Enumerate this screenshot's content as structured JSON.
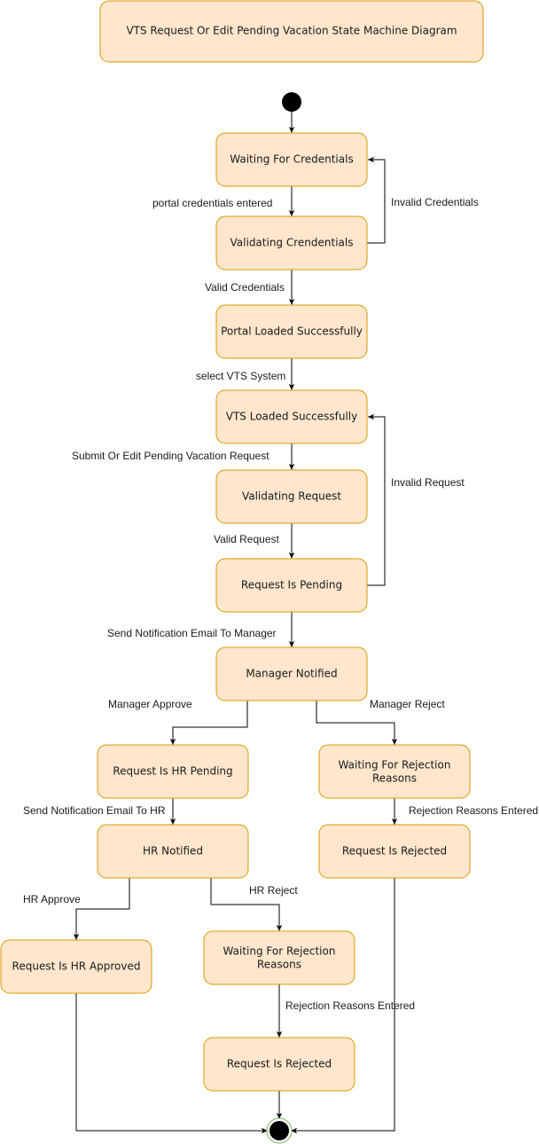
{
  "title": "VTS Request Or Edit Pending Vacation State Machine Diagram",
  "states": {
    "waiting_credentials": "Waiting For Credentials",
    "validating_credentials": "Validating Crendentials",
    "portal_loaded": "Portal Loaded Successfully",
    "vts_loaded": "VTS Loaded Successfully",
    "validating_request": "Validating Request",
    "request_pending": "Request Is Pending",
    "manager_notified": "Manager Notified",
    "hr_pending": "Request Is HR Pending",
    "mgr_waiting_reasons": [
      "Waiting For Rejection",
      "Reasons"
    ],
    "mgr_rejected": "Request Is Rejected",
    "hr_notified": "HR Notified",
    "hr_approved": "Request Is HR Approved",
    "hr_waiting_reasons": [
      "Waiting For Rejection",
      "Reasons"
    ],
    "hr_rejected": "Request Is Rejected"
  },
  "transitions": {
    "portal_credentials_entered": "portal credentials entered",
    "invalid_credentials": "Invalid Credentials",
    "valid_credentials": "Valid Credentials",
    "select_vts": "select VTS System",
    "submit_or_edit": "Submit Or Edit Pending Vacation Request",
    "invalid_request": "Invalid Request",
    "valid_request": "Valid Request",
    "send_email_manager": "Send Notification Email To Manager",
    "manager_approve": "Manager Approve",
    "manager_reject": "Manager Reject",
    "send_email_hr": "Send Notification Email To HR",
    "mgr_reasons_entered": "Rejection Reasons Entered",
    "hr_approve": "HR Approve",
    "hr_reject": "HR Reject",
    "hr_reasons_entered": "Rejection Reasons Entered"
  },
  "colors": {
    "state_fill": "#ffe6cc",
    "state_stroke": "#d79b00",
    "initial_final_fill": "#000000",
    "final_ring": "#82b366"
  }
}
